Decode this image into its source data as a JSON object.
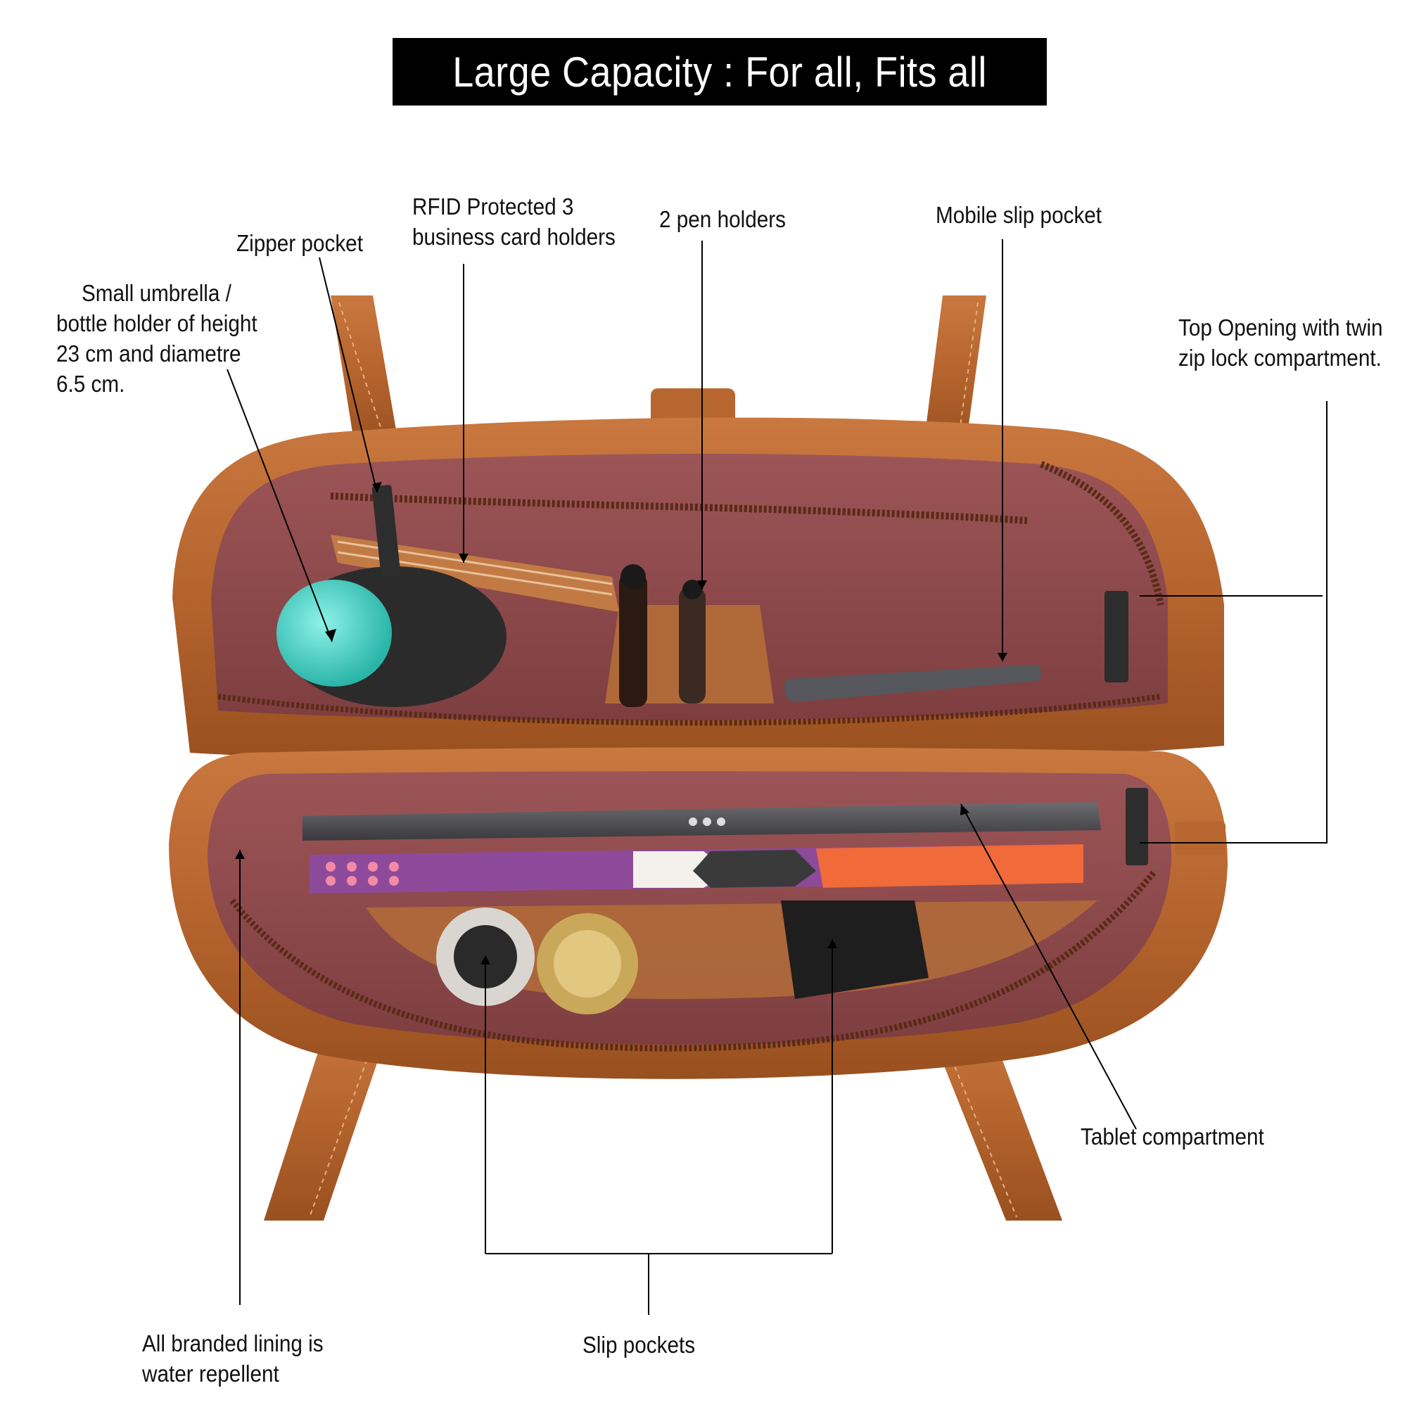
{
  "title": "Large Capacity : For all, Fits all",
  "labels": {
    "zipper_pocket": "Zipper pocket",
    "rfid": [
      "RFID Protected 3",
      "business card holders"
    ],
    "pen_holders": "2 pen holders",
    "mobile_pocket": "Mobile slip pocket",
    "umbrella": [
      "Small umbrella /",
      "bottle holder of height",
      "23 cm and diametre",
      "6.5 cm."
    ],
    "top_opening": [
      "Top Opening with twin",
      "zip lock compartment."
    ],
    "tablet": "Tablet compartment",
    "lining": [
      "All branded lining is",
      "water repellent"
    ],
    "slip_pockets": "Slip pockets"
  },
  "colors": {
    "leather": "#B5642E",
    "leather_dark": "#7E3F1A",
    "lining": "#8E4A4C",
    "lining_light": "#A86466",
    "zipper": "#5A2A16",
    "bottle_cap": "#3FD3C6",
    "title_bg": "#000000"
  }
}
